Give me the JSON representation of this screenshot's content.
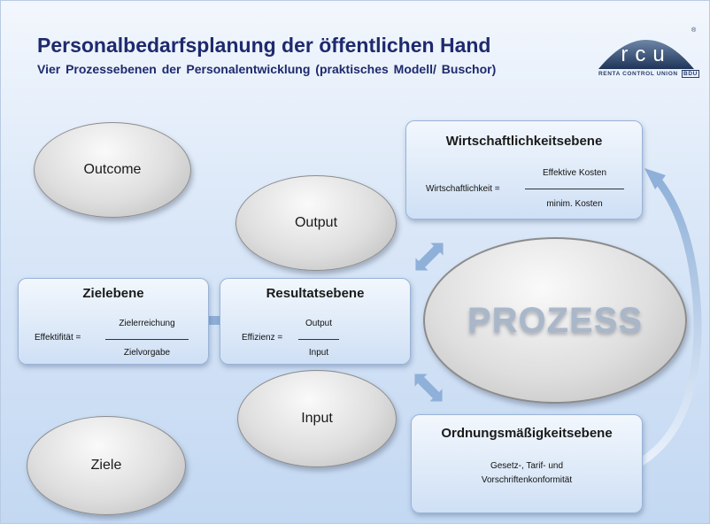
{
  "header": {
    "title": "Personalbedarfsplanung  der öffentlichen Hand",
    "subtitle": "Vier Prozessebenen der  Personalentwicklung  (praktisches  Modell/ Buschor)"
  },
  "logo": {
    "letters": "rcu",
    "registered": "®",
    "company": "RENTA CONTROL UNION",
    "tag": "BDU"
  },
  "ellipses": {
    "outcome": "Outcome",
    "output": "Output",
    "input": "Input",
    "ziele": "Ziele",
    "prozess": "PROZESS"
  },
  "boxes": {
    "wirtschaftlichkeit": {
      "title": "Wirtschaftlichkeitsebene",
      "label": "Wirtschaftlichkeit =",
      "numerator": "Effektive Kosten",
      "denominator": "minim. Kosten"
    },
    "ziel": {
      "title": "Zielebene",
      "label": "Effektifität =",
      "numerator": "Zielerreichung",
      "denominator": "Zielvorgabe"
    },
    "resultat": {
      "title": "Resultatsebene",
      "label": "Effizienz =",
      "numerator": "Output",
      "denominator": "Input"
    },
    "ordnung": {
      "title": "Ordnungsmäßigkeitsebene",
      "line1": "Gesetz-, Tarif- und",
      "line2": "Vorschriftenkonformität"
    }
  },
  "colors": {
    "title": "#1e2a6e",
    "arrow": "#8fb0d8",
    "box_border": "#98b4d8"
  }
}
